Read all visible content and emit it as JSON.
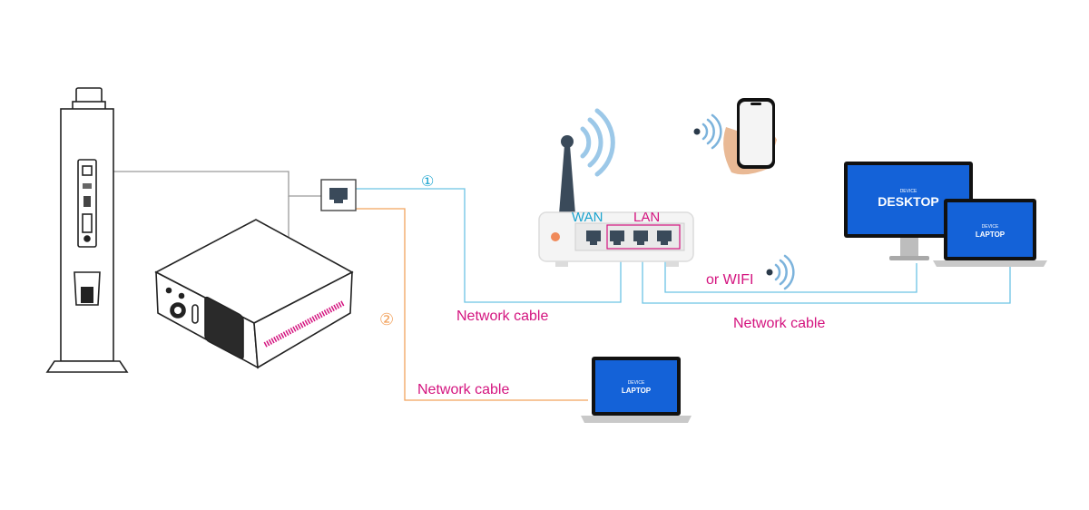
{
  "colors": {
    "cable_blue": "#6cc3e4",
    "cable_orange": "#f2a35e",
    "label_pink": "#d4147f",
    "label_blue": "#19a3cf",
    "screen_blue": "#1462d8",
    "outline_dark": "#2a2a2a"
  },
  "labels": {
    "circle_1": "①",
    "circle_2": "②",
    "wan": "WAN",
    "lan": "LAN",
    "network_cable_router": "Network cable",
    "network_cable_bottom": "Network cable",
    "network_cable_right": "Network cable",
    "or_wifi": "or WIFI"
  },
  "devices": {
    "laptop_bottom": {
      "device_caption": "DEVICE",
      "device_name": "LAPTOP"
    },
    "desktop": {
      "device_caption": "DEVICE",
      "device_name": "DESKTOP"
    },
    "laptop_right": {
      "device_caption": "DEVICE",
      "device_name": "LAPTOP"
    }
  },
  "icons": [
    "tower-unit-icon",
    "recorder-box-icon",
    "network-switch-port-icon",
    "router-icon",
    "smartphone-icon",
    "wifi-signal-icon",
    "laptop-icon",
    "desktop-monitor-icon"
  ]
}
